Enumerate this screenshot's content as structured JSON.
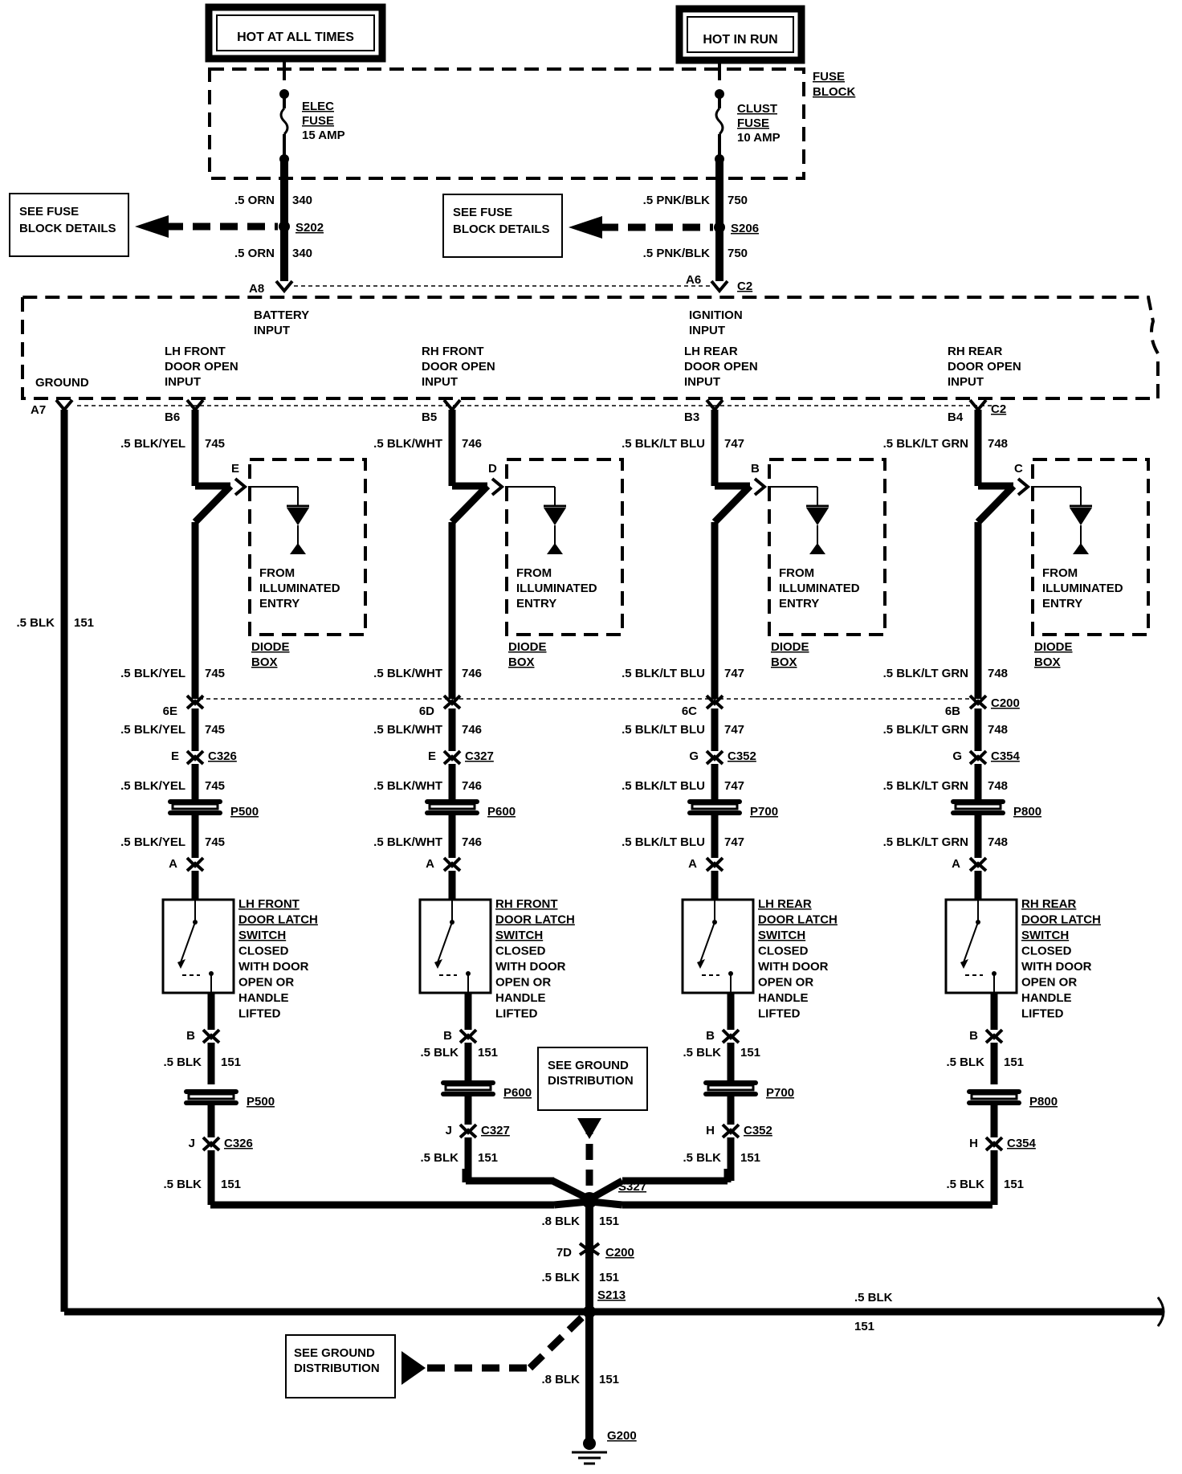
{
  "power": {
    "hot_at_all_times": "HOT AT ALL TIMES",
    "hot_in_run": "HOT IN RUN"
  },
  "fuse_block": {
    "label": [
      "FUSE",
      "BLOCK"
    ],
    "elec_fuse": [
      "ELEC",
      "FUSE",
      "15 AMP"
    ],
    "clust_fuse": [
      "CLUST",
      "FUSE",
      "10 AMP"
    ]
  },
  "see_fuse_block": [
    "SEE FUSE",
    "BLOCK DETAILS"
  ],
  "wires": {
    "w340_gauge": ".5 ORN",
    "w340_num": "340",
    "w750_gauge": ".5 PNK/BLK",
    "w750_num": "750",
    "w151_gauge": ".5 BLK",
    "w151_num": "151",
    "w151_big_gauge": ".8 BLK"
  },
  "splices": {
    "s202": "S202",
    "s206": "S206",
    "s327": "S327",
    "s213": "S213",
    "g200": "G200"
  },
  "module": {
    "a8": "A8",
    "a6": "A6",
    "c2": "C2",
    "a7": "A7",
    "battery_input": [
      "BATTERY",
      "INPUT"
    ],
    "ignition_input": [
      "IGNITION",
      "INPUT"
    ],
    "ground": "GROUND"
  },
  "c200_lower": {
    "pin": "7D",
    "conn": "C200"
  },
  "ground_distribution": [
    "SEE GROUND",
    "DISTRIBUTION"
  ],
  "circuits": [
    {
      "input": [
        "LH FRONT",
        "DOOR OPEN",
        "INPUT"
      ],
      "pin": "B6",
      "pin_conn": "",
      "gauge": ".5 BLK/YEL",
      "num": "745",
      "diode_pin": "E",
      "c200_pin": "6E",
      "c200_conn": "",
      "conn_pin": "E",
      "conn": "C326",
      "passthru": "P500",
      "switch_pin": "A",
      "switch": [
        "LH FRONT",
        "DOOR LATCH",
        "SWITCH",
        "CLOSED",
        "WITH DOOR",
        "OPEN OR",
        "HANDLE",
        "LIFTED"
      ],
      "sw_b": "B",
      "ret_gauge": ".5 BLK",
      "ret_num": "151",
      "ret_passthru": "P500",
      "ret_pin": "J",
      "ret_conn": "C326",
      "ret2_gauge": ".5 BLK",
      "ret2_num": "151"
    },
    {
      "input": [
        "RH FRONT",
        "DOOR OPEN",
        "INPUT"
      ],
      "pin": "B5",
      "pin_conn": "",
      "gauge": ".5 BLK/WHT",
      "num": "746",
      "diode_pin": "D",
      "c200_pin": "6D",
      "c200_conn": "",
      "conn_pin": "E",
      "conn": "C327",
      "passthru": "P600",
      "switch_pin": "A",
      "switch": [
        "RH FRONT",
        "DOOR LATCH",
        "SWITCH",
        "CLOSED",
        "WITH DOOR",
        "OPEN OR",
        "HANDLE",
        "LIFTED"
      ],
      "sw_b": "B",
      "ret_gauge": ".5 BLK",
      "ret_num": "151",
      "ret_passthru": "P600",
      "ret_pin": "J",
      "ret_conn": "C327",
      "ret2_gauge": ".5 BLK",
      "ret2_num": "151"
    },
    {
      "input": [
        "LH REAR",
        "DOOR OPEN",
        "INPUT"
      ],
      "pin": "B3",
      "pin_conn": "",
      "gauge": ".5 BLK/LT BLU",
      "num": "747",
      "diode_pin": "B",
      "c200_pin": "6C",
      "c200_conn": "",
      "conn_pin": "G",
      "conn": "C352",
      "passthru": "P700",
      "switch_pin": "A",
      "switch": [
        "LH REAR",
        "DOOR LATCH",
        "SWITCH",
        "CLOSED",
        "WITH DOOR",
        "OPEN OR",
        "HANDLE",
        "LIFTED"
      ],
      "sw_b": "B",
      "ret_gauge": ".5 BLK",
      "ret_num": "151",
      "ret_passthru": "P700",
      "ret_pin": "H",
      "ret_conn": "C352",
      "ret2_gauge": ".5 BLK",
      "ret2_num": "151"
    },
    {
      "input": [
        "RH REAR",
        "DOOR OPEN",
        "INPUT"
      ],
      "pin": "B4",
      "pin_conn": "C2",
      "gauge": ".5 BLK/LT GRN",
      "num": "748",
      "diode_pin": "C",
      "c200_pin": "6B",
      "c200_conn": "C200",
      "conn_pin": "G",
      "conn": "C354",
      "passthru": "P800",
      "switch_pin": "A",
      "switch": [
        "RH REAR",
        "DOOR LATCH",
        "SWITCH",
        "CLOSED",
        "WITH DOOR",
        "OPEN OR",
        "HANDLE",
        "LIFTED"
      ],
      "sw_b": "B",
      "ret_gauge": ".5 BLK",
      "ret_num": "151",
      "ret_passthru": "P800",
      "ret_pin": "H",
      "ret_conn": "C354",
      "ret2_gauge": ".5 BLK",
      "ret2_num": "151"
    }
  ],
  "diode_box": {
    "from": [
      "FROM",
      "ILLUMINATED",
      "ENTRY"
    ],
    "label": [
      "DIODE",
      "BOX"
    ]
  }
}
